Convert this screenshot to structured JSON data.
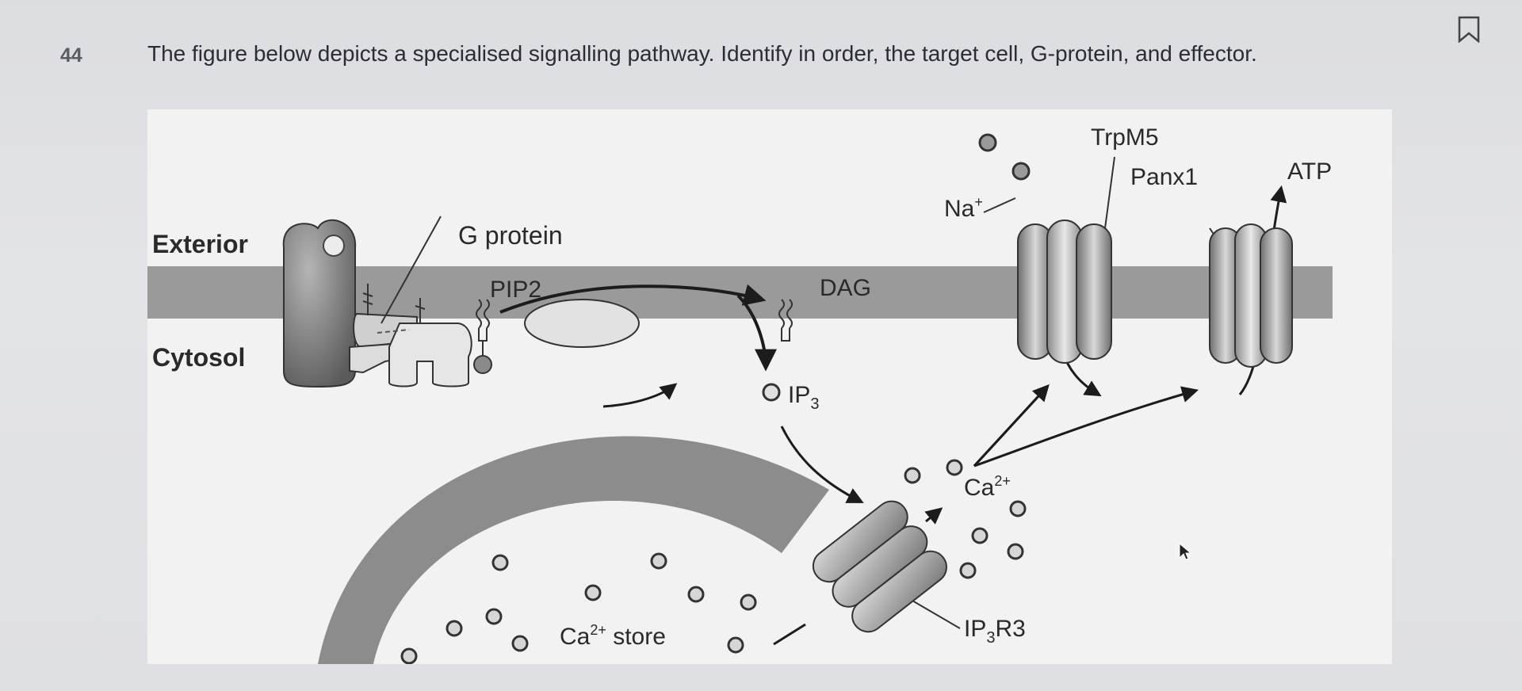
{
  "question": {
    "number": "44",
    "text": "The figure below depicts a specialised signalling pathway. Identify in order, the target cell, G-protein, and effector."
  },
  "icons": {
    "bookmark": "bookmark-icon",
    "cursor": "mouse-cursor-icon"
  },
  "diagram": {
    "labels": {
      "exterior": "Exterior",
      "cytosol": "Cytosol",
      "g_protein": "G protein",
      "pip2": "PIP2",
      "dag": "DAG",
      "ip3_main": "IP",
      "ip3_sub": "3",
      "na": "Na",
      "na_sup": "+",
      "trpm5": "TrpM5",
      "panx1": "Panx1",
      "atp": "ATP",
      "ca_main": "Ca",
      "ca_sup": "2+",
      "ca_store_main": "Ca",
      "ca_store_sup": "2+",
      "ca_store_tail": " store",
      "ip3r3_a": "IP",
      "ip3r3_sub": "3",
      "ip3r3_b": "R3"
    },
    "colors": {
      "membrane": "#9a9a9a",
      "er": "#8e8e8e",
      "background": "#f2f2f2"
    }
  }
}
